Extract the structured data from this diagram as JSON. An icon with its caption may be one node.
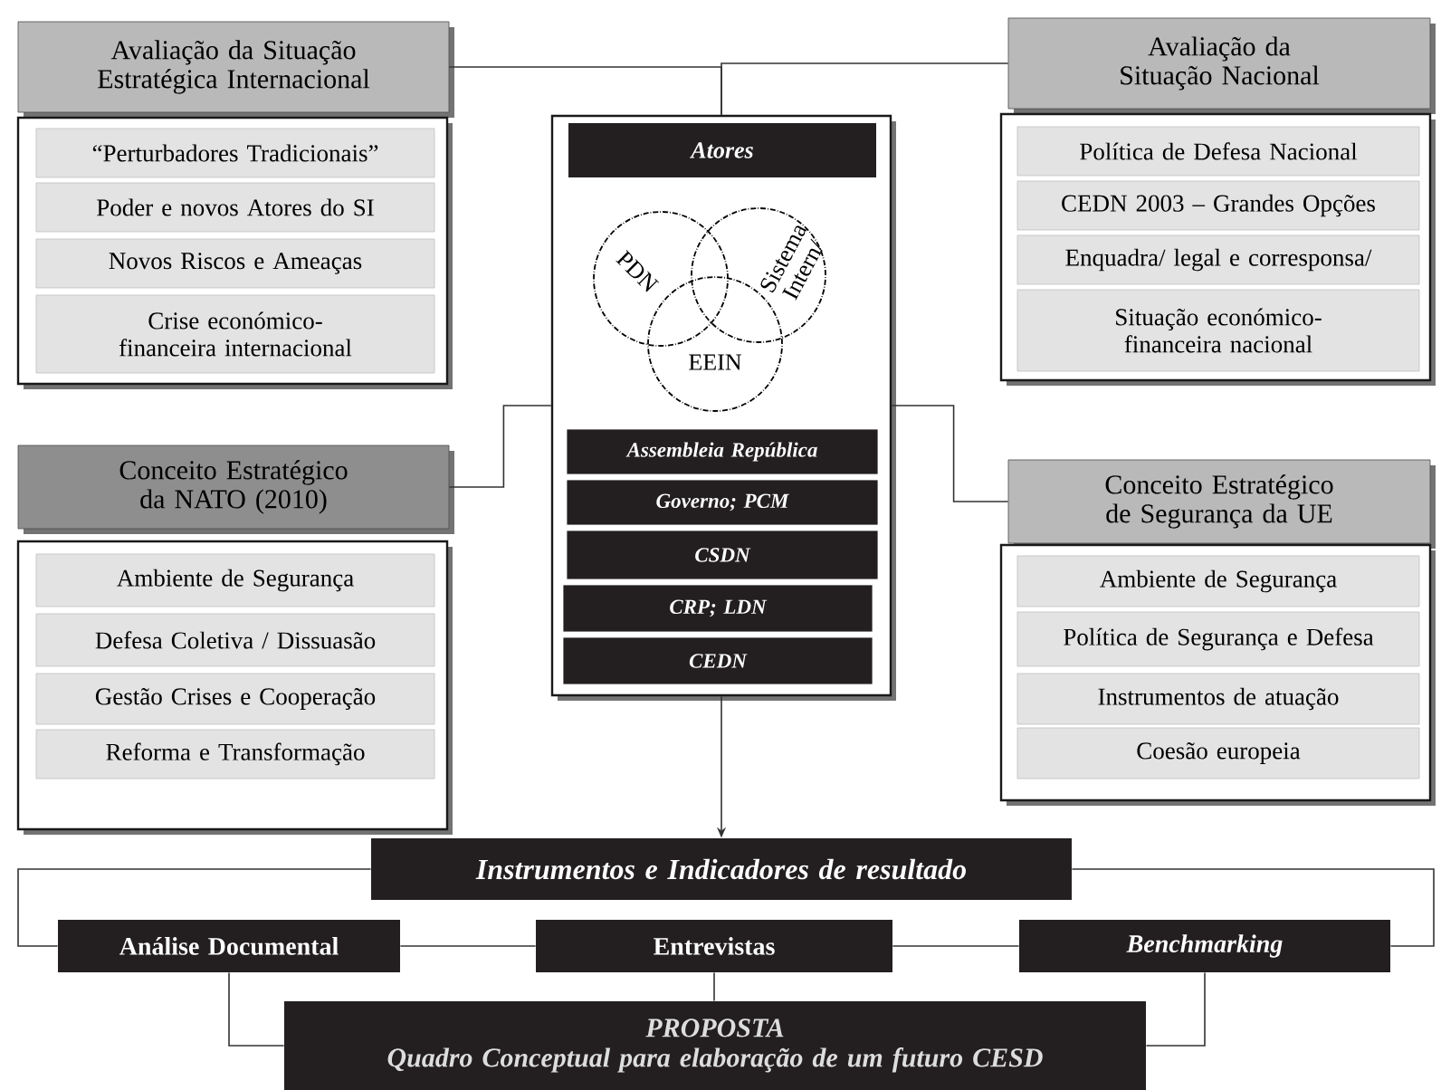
{
  "diagram": {
    "nodes": [
      {
        "text": [
          "Avaliação da Situação Estratégica Internacional"
        ]
      },
      {
        "text": [],
        "shape": "box"
      },
      {
        "text": [
          "“Perturbadores Tradicionais”"
        ],
        "in": 1
      },
      {
        "text": [
          "Poder e novos Atores do SI"
        ],
        "in": 1
      },
      {
        "text": [
          "Novos Riscos e Ameaças"
        ],
        "in": 1
      },
      {
        "text": [
          "Crise económico-financeira internacional"
        ],
        "in": 1
      },
      {
        "text": [],
        "shape": "box"
      },
      {
        "text": [
          "Atores"
        ],
        "in": 6
      },
      {
        "text": [
          "PDN"
        ],
        "in": 6
      },
      {
        "text": [
          "Sistema Intern/"
        ],
        "in": 6
      },
      {
        "text": [
          "EEIN"
        ],
        "in": 6
      },
      {
        "text": [
          "Assembleia República"
        ],
        "in": 6
      },
      {
        "text": [
          "Governo; PCM"
        ],
        "in": 6
      },
      {
        "text": [
          "CSDN"
        ],
        "in": 6
      },
      {
        "text": [
          "CRP; LDN"
        ],
        "in": 6
      },
      {
        "text": [
          "CEDN"
        ],
        "in": 6
      },
      {
        "text": [
          "Avaliação da Situação Nacional"
        ]
      },
      {
        "text": [],
        "shape": "box"
      },
      {
        "text": [
          "Política de Defesa Nacional"
        ],
        "in": 17
      },
      {
        "text": [
          "CEDN 2003 – Grandes Opções"
        ],
        "in": 17
      },
      {
        "text": [
          "Enquadra/ legal e corresponsa/"
        ],
        "in": 17
      },
      {
        "text": [
          "Situação económico-financeira nacional"
        ],
        "in": 17
      },
      {
        "text": [
          "Conceito Estratégico da NATO (2010)"
        ]
      },
      {
        "text": [],
        "shape": "box"
      },
      {
        "text": [
          "Ambiente de Segurança"
        ],
        "in": 23
      },
      {
        "text": [
          "Defesa Coletiva / Dissuasão"
        ],
        "in": 23
      },
      {
        "text": [
          "Gestão Crises e Cooperação"
        ],
        "in": 23
      },
      {
        "text": [
          "Reforma e Transformação"
        ],
        "in": 23
      },
      {
        "text": [
          "Conceito Estratégico de Segurança da UE"
        ]
      },
      {
        "text": [],
        "shape": "box"
      },
      {
        "text": [
          "Ambiente de Segurança"
        ],
        "in": 29
      },
      {
        "text": [
          "Política de Segurança e Defesa"
        ],
        "in": 29
      },
      {
        "text": [
          "Instrumentos de atuação"
        ],
        "in": 29
      },
      {
        "text": [
          "Coesão europeia"
        ],
        "in": 29
      },
      {
        "text": [
          "Instrumentos e Indicadores de resultado"
        ]
      },
      {
        "text": [
          "Análise Documental"
        ]
      },
      {
        "text": [
          "Entrevistas"
        ]
      },
      {
        "text": [
          "Benchmarking"
        ]
      },
      {
        "text": [
          "PROPOSTA",
          "Quadro Conceptual para elaboração de um futuro CESD"
        ]
      }
    ],
    "edges": [
      {
        "from": 0,
        "to": 6,
        "arrow": "none"
      },
      {
        "from": 16,
        "to": 6,
        "arrow": "none"
      },
      {
        "from": 22,
        "to": 6,
        "arrow": "none"
      },
      {
        "from": 28,
        "to": 6,
        "arrow": "none"
      },
      {
        "from": 6,
        "to": 34,
        "arrow": "to"
      },
      {
        "from": 34,
        "to": 35,
        "arrow": "none"
      },
      {
        "from": 34,
        "to": 37,
        "arrow": "none"
      },
      {
        "from": 35,
        "to": 36,
        "arrow": "none"
      },
      {
        "from": 36,
        "to": 37,
        "arrow": "none"
      },
      {
        "from": 35,
        "to": 38,
        "arrow": "none"
      },
      {
        "from": 36,
        "to": 38,
        "arrow": "none"
      },
      {
        "from": 37,
        "to": 38,
        "arrow": "none"
      }
    ]
  }
}
